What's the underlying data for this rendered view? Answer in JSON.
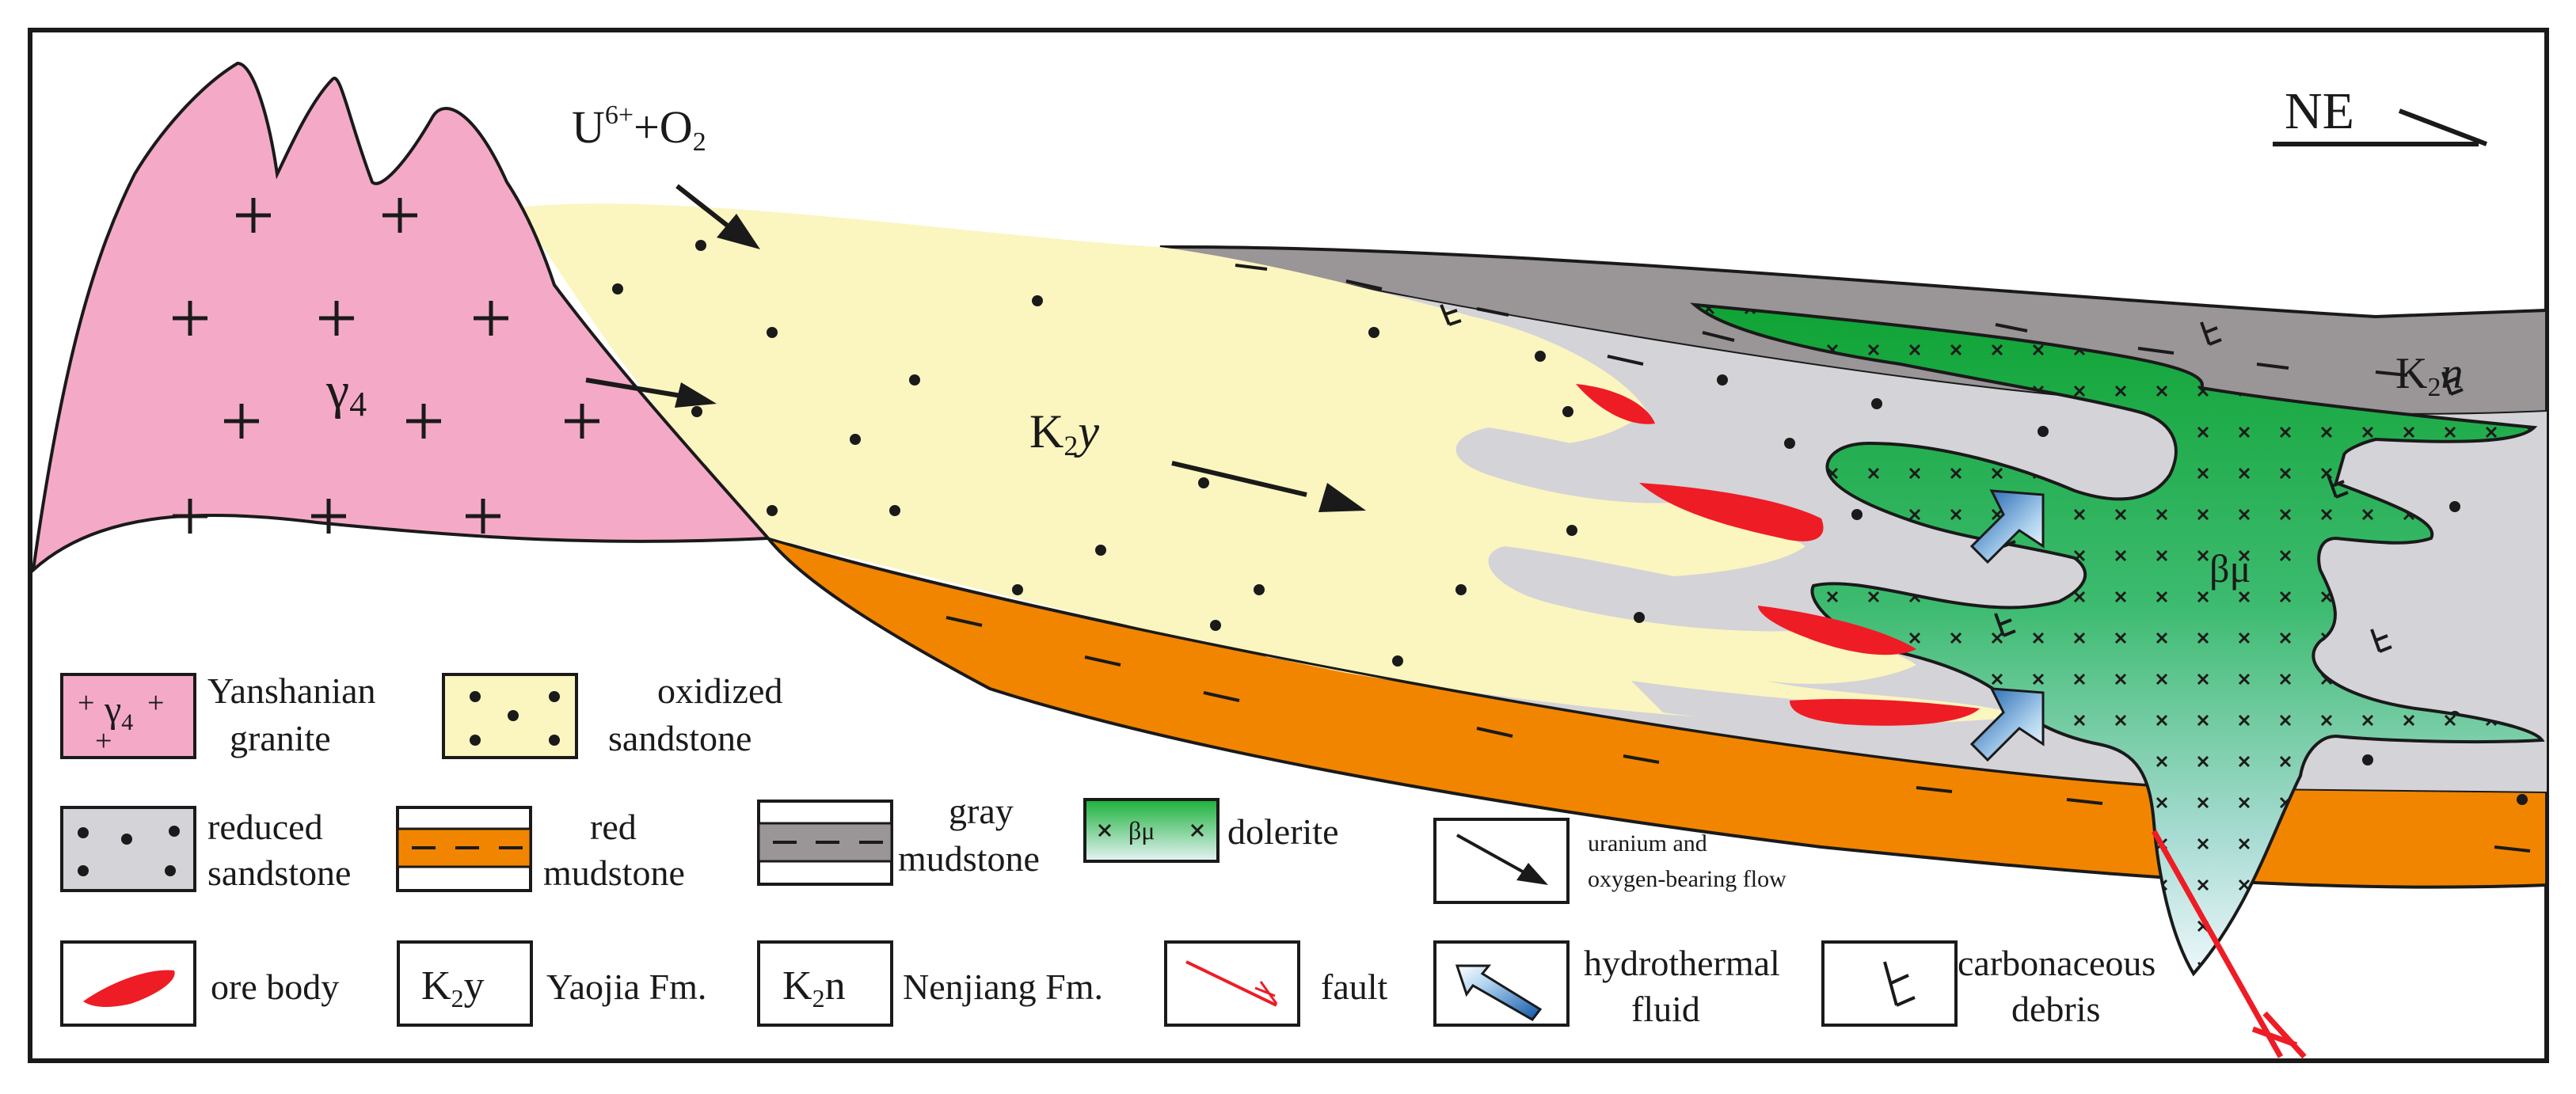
{
  "compass": {
    "label": "NE"
  },
  "units": {
    "granite_symbol": "γ",
    "granite_subscript": "4",
    "yaojia_label": "K",
    "yaojia_sub": "2",
    "yaojia_letter": "y",
    "nenjiang_label": "K",
    "nenjiang_sub": "2",
    "nenjiang_letter": "n",
    "dolerite_symbol": "βμ"
  },
  "flow_label": {
    "u": "U",
    "u_charge": "6+",
    "plus_o": "+O",
    "o_sub": "2"
  },
  "legend": {
    "granite_line1": "Yanshanian",
    "granite_line2": "granite",
    "granite_swatch_symbol": "γ",
    "granite_swatch_sub": "4",
    "oxidized_line1": "oxidized",
    "oxidized_line2": "sandstone",
    "reduced_line1": "reduced",
    "reduced_line2": "sandstone",
    "red_mud_line1": "red",
    "red_mud_line2": "mudstone",
    "gray_mud_line1": "gray",
    "gray_mud_line2": "mudstone",
    "dolerite_swatch_symbol": "βμ",
    "dolerite_label": "dolerite",
    "flow_line1": "uranium and",
    "flow_line2": "oxygen-bearing flow",
    "ore_label": "ore body",
    "k2y_box": "K",
    "k2y_box_sub": "2",
    "k2y_box_letter": "y",
    "yaojia_fm": "Yaojia Fm.",
    "k2n_box": "K",
    "k2n_box_sub": "2",
    "k2n_box_letter": "n",
    "nenjiang_fm": "Nenjiang Fm.",
    "fault_label": "fault",
    "hydro_line1": "hydrothermal",
    "hydro_line2": "fluid",
    "carb_line1": "carbonaceous",
    "carb_line2": "debris"
  },
  "colors": {
    "granite": "#f4aac7",
    "oxidized": "#fbf5bf",
    "reduced": "#d3d3d8",
    "red_mudstone": "#f28500",
    "gray_mudstone": "#9a9597",
    "dolerite_top": "#1cb13a",
    "dolerite_bottom": "#e8f4fb",
    "ore": "#ee1c25",
    "fault": "#ee1c25",
    "hydro_arrow": "#1a6bb3"
  }
}
